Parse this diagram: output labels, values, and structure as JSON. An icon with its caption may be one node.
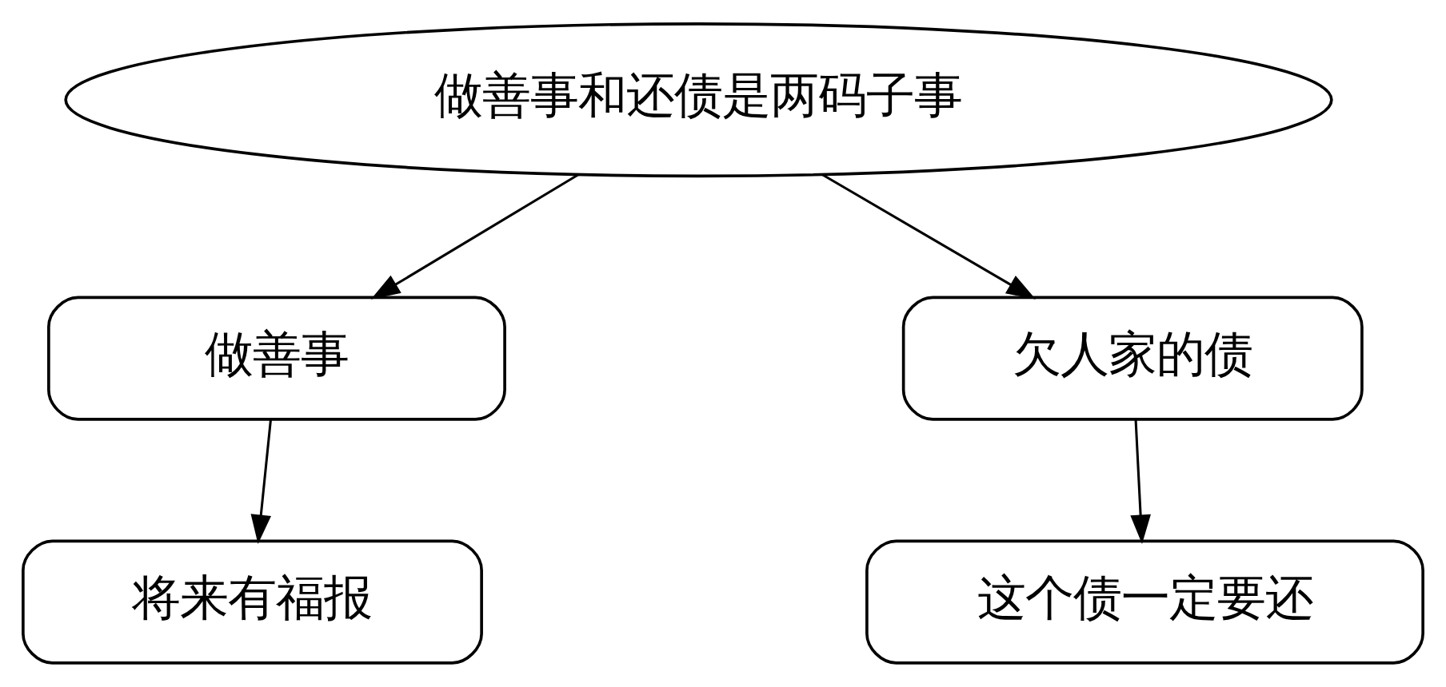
{
  "diagram": {
    "nodes": [
      {
        "text": [
          "做善事和还债是两码子事"
        ]
      },
      {
        "text": [
          "做善事"
        ]
      },
      {
        "text": [
          "欠人家的债"
        ]
      },
      {
        "text": [
          "将来有福报"
        ]
      },
      {
        "text": [
          "这个债一定要还"
        ]
      }
    ],
    "edges": [
      {
        "from": 0,
        "to": 1,
        "arrow": "to"
      },
      {
        "from": 0,
        "to": 2,
        "arrow": "to"
      },
      {
        "from": 1,
        "to": 3,
        "arrow": "to"
      },
      {
        "from": 2,
        "to": 4,
        "arrow": "to"
      }
    ]
  }
}
